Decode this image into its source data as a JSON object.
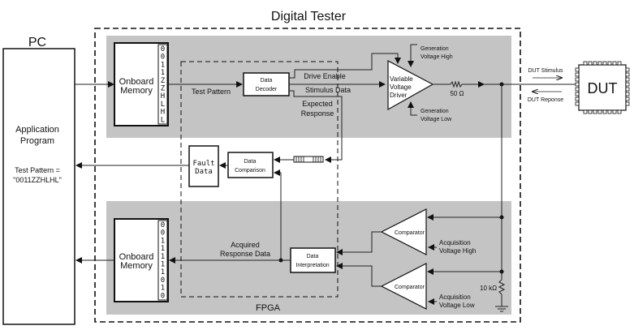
{
  "title": "Digital Tester",
  "pc": {
    "label": "PC",
    "app_line1": "Application",
    "app_line2": "Program",
    "pattern_line1": "Test Pattern =",
    "pattern_line2": "\"0011ZZHLHL\""
  },
  "top_memory": {
    "line1": "Onboard",
    "line2": "Memory",
    "bits": [
      "0",
      "0",
      "1",
      "1",
      "Z",
      "Z",
      "H",
      "L",
      "H",
      "L"
    ]
  },
  "bottom_memory": {
    "line1": "Onboard",
    "line2": "Memory",
    "bits": [
      "0",
      "0",
      "1",
      "1",
      "1",
      "1",
      "1",
      "0",
      "1",
      "0"
    ]
  },
  "fpga_label": "FPGA",
  "data_decoder": {
    "line1": "Data",
    "line2": "Decoder"
  },
  "data_comparison": {
    "line1": "Data",
    "line2": "Comparison"
  },
  "fault_data": {
    "line1": "Fault",
    "line2": "Data"
  },
  "data_interpretation": {
    "line1": "Data",
    "line2": "Interpretation"
  },
  "signals": {
    "test_pattern": "Test Pattern",
    "drive_enable": "Drive Enable",
    "stimulus_data": "Stimulus Data",
    "expected_line1": "Expected",
    "expected_line2": "Response",
    "acquired_line1": "Acquired",
    "acquired_line2": "Response Data"
  },
  "driver": {
    "line1": "Variable",
    "line2": "Voltage",
    "line3": "Driver",
    "gen_high_line1": "Generation",
    "gen_high_line2": "Voltage High",
    "gen_low_line1": "Generation",
    "gen_low_line2": "Voltage Low",
    "resistor": "50 Ω"
  },
  "comparators": {
    "label": "Comparator",
    "acq_high_line1": "Acquisition",
    "acq_high_line2": "Voltage High",
    "acq_low_line1": "Acquisition",
    "acq_low_line2": "Voltage Low",
    "resistor": "10 kΩ"
  },
  "dut": {
    "label": "DUT",
    "stimulus": "DUT Stimulus",
    "response": "DUT Reponse"
  },
  "colors": {
    "panel_gray": "#c4c4c4",
    "line": "#222222",
    "box_fill": "#ffffff"
  }
}
